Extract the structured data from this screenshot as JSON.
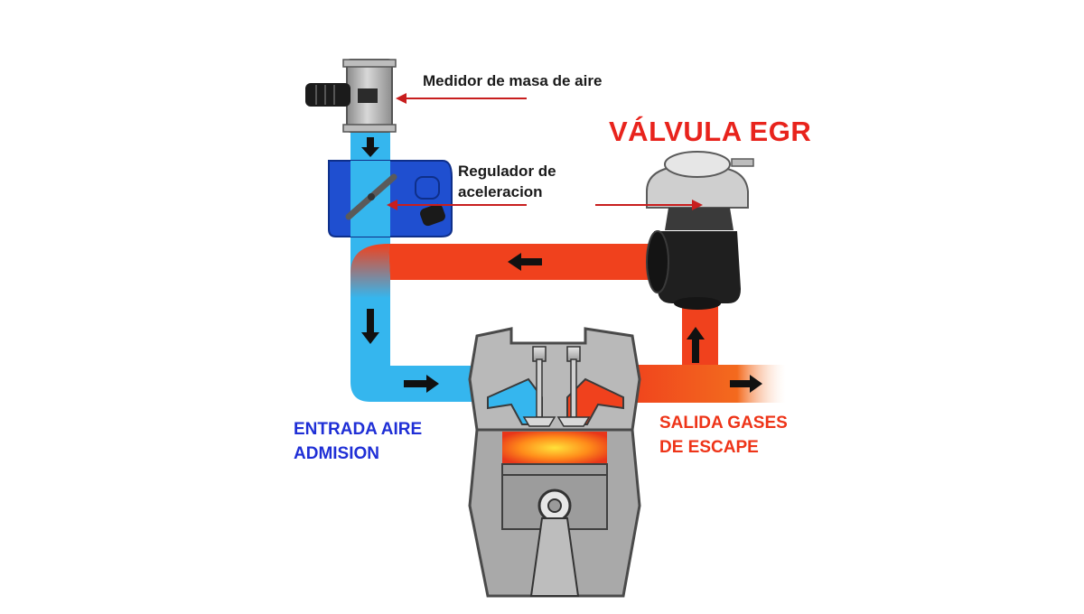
{
  "labels": {
    "mass_air_meter": "Medidor de masa de aire",
    "throttle_line1": "Regulador de",
    "throttle_line2": "aceleracion",
    "egr_title": "VÁLVULA EGR",
    "intake_line1": "ENTRADA AIRE",
    "intake_line2": "ADMISION",
    "exhaust_line1": "SALIDA GASES",
    "exhaust_line2": "DE ESCAPE"
  },
  "colors": {
    "intake": "#35b6ee",
    "exhaust": "#f0411d",
    "throttle_body": "#1f4fd0",
    "pointer_arrow": "#c81e1e",
    "title": "#e8231c",
    "intake_text": "#1f2fd6",
    "exhaust_text": "#ee3418"
  }
}
